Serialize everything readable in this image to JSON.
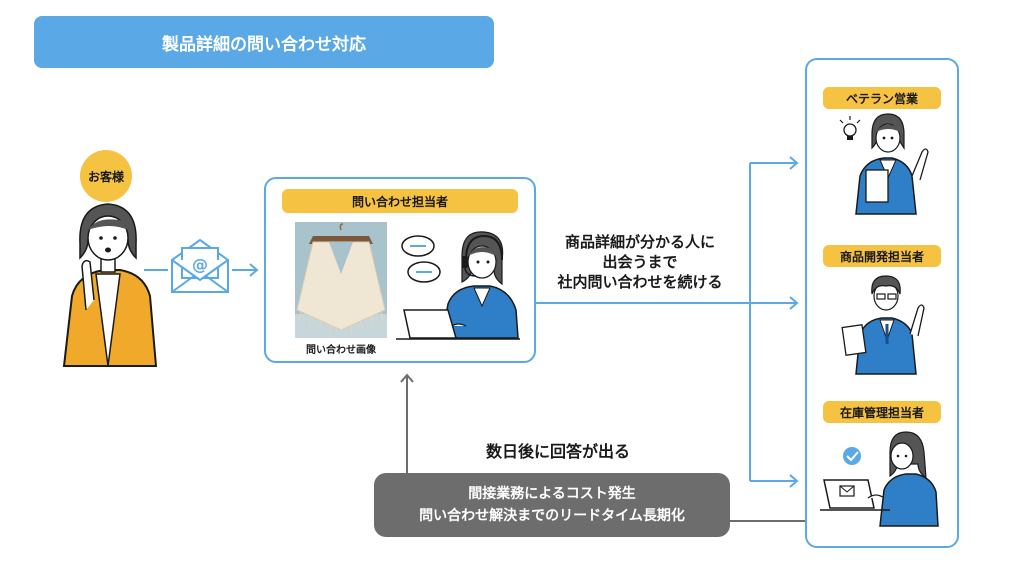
{
  "title": "製品詳細の問い合わせ対応",
  "customer": {
    "label": "お客様"
  },
  "center_box": {
    "header": "問い合わせ担当者",
    "image_caption": "問い合わせ画像"
  },
  "search_text": [
    "商品詳細が分かる人に",
    "出会うまで",
    "社内問い合わせを続ける"
  ],
  "delay_text": "数日後に回答が出る",
  "cost_box": [
    "間接業務によるコスト発生",
    "問い合わせ解決までのリードタイム長期化"
  ],
  "staff": [
    {
      "label": "ベテラン営業"
    },
    {
      "label": "商品開発担当者"
    },
    {
      "label": "在庫管理担当者"
    }
  ],
  "colors": {
    "accent_blue": "#5aa8e6",
    "badge_yellow": "#f5c242",
    "cost_gray": "#6d6d6d"
  }
}
